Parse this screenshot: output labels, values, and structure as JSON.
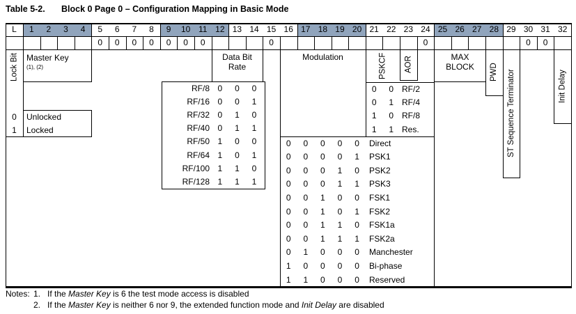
{
  "title": {
    "label": "Table 5-2.",
    "text": "Block 0 Page 0 – Configuration Mapping in Basic Mode"
  },
  "colors": {
    "header_shade": "#90a4bc",
    "line": "#000000",
    "background": "#ffffff"
  },
  "bit_header": {
    "cells": [
      {
        "label": "L",
        "shaded": false,
        "value": ""
      },
      {
        "label": "1",
        "shaded": true,
        "value": ""
      },
      {
        "label": "2",
        "shaded": true,
        "value": ""
      },
      {
        "label": "3",
        "shaded": true,
        "value": ""
      },
      {
        "label": "4",
        "shaded": true,
        "value": ""
      },
      {
        "label": "5",
        "shaded": false,
        "value": "0"
      },
      {
        "label": "6",
        "shaded": false,
        "value": "0"
      },
      {
        "label": "7",
        "shaded": false,
        "value": "0"
      },
      {
        "label": "8",
        "shaded": false,
        "value": "0"
      },
      {
        "label": "9",
        "shaded": true,
        "value": "0"
      },
      {
        "label": "10",
        "shaded": true,
        "value": "0"
      },
      {
        "label": "11",
        "shaded": true,
        "value": "0"
      },
      {
        "label": "12",
        "shaded": true,
        "value": ""
      },
      {
        "label": "13",
        "shaded": false,
        "value": ""
      },
      {
        "label": "14",
        "shaded": false,
        "value": ""
      },
      {
        "label": "15",
        "shaded": false,
        "value": "0"
      },
      {
        "label": "16",
        "shaded": false,
        "value": ""
      },
      {
        "label": "17",
        "shaded": true,
        "value": ""
      },
      {
        "label": "18",
        "shaded": true,
        "value": ""
      },
      {
        "label": "19",
        "shaded": true,
        "value": ""
      },
      {
        "label": "20",
        "shaded": true,
        "value": ""
      },
      {
        "label": "21",
        "shaded": false,
        "value": ""
      },
      {
        "label": "22",
        "shaded": false,
        "value": ""
      },
      {
        "label": "23",
        "shaded": false,
        "value": ""
      },
      {
        "label": "24",
        "shaded": false,
        "value": "0"
      },
      {
        "label": "25",
        "shaded": true,
        "value": ""
      },
      {
        "label": "26",
        "shaded": true,
        "value": ""
      },
      {
        "label": "27",
        "shaded": true,
        "value": ""
      },
      {
        "label": "28",
        "shaded": true,
        "value": ""
      },
      {
        "label": "29",
        "shaded": false,
        "value": ""
      },
      {
        "label": "30",
        "shaded": false,
        "value": "0"
      },
      {
        "label": "31",
        "shaded": false,
        "value": "0"
      },
      {
        "label": "32",
        "shaded": false,
        "value": ""
      }
    ]
  },
  "fields": {
    "lock_bit": "Lock Bit",
    "master_key": "Master Key",
    "master_key_notes": "(1), (2)",
    "data_bit_rate": "Data Bit Rate",
    "modulation": "Modulation",
    "pskcf": "PSKCF",
    "aor": "AOR",
    "max_block": "MAX BLOCK",
    "pwd": "PWD",
    "st_sequence_terminator": "ST Sequence Terminator",
    "init_delay": "Init Delay"
  },
  "legends": {
    "lock": {
      "rows": [
        {
          "bit": "0",
          "label": "Unlocked"
        },
        {
          "bit": "1",
          "label": "Locked"
        }
      ]
    },
    "data_bit_rate": {
      "rows": [
        {
          "label": "RF/8",
          "bits": [
            "0",
            "0",
            "0"
          ]
        },
        {
          "label": "RF/16",
          "bits": [
            "0",
            "0",
            "1"
          ]
        },
        {
          "label": "RF/32",
          "bits": [
            "0",
            "1",
            "0"
          ]
        },
        {
          "label": "RF/40",
          "bits": [
            "0",
            "1",
            "1"
          ]
        },
        {
          "label": "RF/50",
          "bits": [
            "1",
            "0",
            "0"
          ]
        },
        {
          "label": "RF/64",
          "bits": [
            "1",
            "0",
            "1"
          ]
        },
        {
          "label": "RF/100",
          "bits": [
            "1",
            "1",
            "0"
          ]
        },
        {
          "label": "RF/128",
          "bits": [
            "1",
            "1",
            "1"
          ]
        }
      ]
    },
    "pskcf": {
      "rows": [
        {
          "bits": [
            "0",
            "0"
          ],
          "label": "RF/2"
        },
        {
          "bits": [
            "0",
            "1"
          ],
          "label": "RF/4"
        },
        {
          "bits": [
            "1",
            "0"
          ],
          "label": "RF/8"
        },
        {
          "bits": [
            "1",
            "1"
          ],
          "label": "Res."
        }
      ]
    },
    "modulation": {
      "rows": [
        {
          "bits": [
            "0",
            "0",
            "0",
            "0",
            "0"
          ],
          "label": "Direct"
        },
        {
          "bits": [
            "0",
            "0",
            "0",
            "0",
            "1"
          ],
          "label": "PSK1"
        },
        {
          "bits": [
            "0",
            "0",
            "0",
            "1",
            "0"
          ],
          "label": "PSK2"
        },
        {
          "bits": [
            "0",
            "0",
            "0",
            "1",
            "1"
          ],
          "label": "PSK3"
        },
        {
          "bits": [
            "0",
            "0",
            "1",
            "0",
            "0"
          ],
          "label": "FSK1"
        },
        {
          "bits": [
            "0",
            "0",
            "1",
            "0",
            "1"
          ],
          "label": "FSK2"
        },
        {
          "bits": [
            "0",
            "0",
            "1",
            "1",
            "0"
          ],
          "label": "FSK1a"
        },
        {
          "bits": [
            "0",
            "0",
            "1",
            "1",
            "1"
          ],
          "label": "FSK2a"
        },
        {
          "bits": [
            "0",
            "1",
            "0",
            "0",
            "0"
          ],
          "label": "Manchester"
        },
        {
          "bits": [
            "1",
            "0",
            "0",
            "0",
            "0"
          ],
          "label": "Bi-phase"
        },
        {
          "bits": [
            "1",
            "1",
            "0",
            "0",
            "0"
          ],
          "label": "Reserved"
        }
      ]
    }
  },
  "notes": {
    "heading": "Notes:",
    "items": [
      {
        "num": "1.",
        "parts": [
          {
            "text": "If the ",
            "italic": false
          },
          {
            "text": "Master Key",
            "italic": true
          },
          {
            "text": " is 6 the test mode access is disabled",
            "italic": false
          }
        ]
      },
      {
        "num": "2.",
        "parts": [
          {
            "text": "If the ",
            "italic": false
          },
          {
            "text": "Master Key",
            "italic": true
          },
          {
            "text": " is neither 6 nor 9, the extended function mode and ",
            "italic": false
          },
          {
            "text": "Init Delay",
            "italic": true
          },
          {
            "text": " are disabled",
            "italic": false
          }
        ]
      }
    ]
  }
}
